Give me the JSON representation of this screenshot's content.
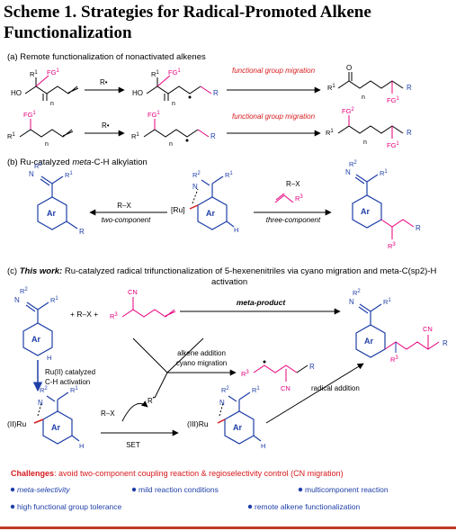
{
  "title": "Scheme 1. Strategies for Radical-Promoted Alkene Functionalization",
  "section_a": {
    "label": "(a) Remote functionalization of nonactivated alkenes",
    "row1_reagent": "R•",
    "row1_arrow": "functional group migration",
    "row2_reagent": "R•",
    "row2_arrow": "functional group migration"
  },
  "section_b": {
    "label_prefix": "(b) Ru-catalyzed ",
    "label_meta": "meta",
    "label_suffix": "-C-H alkylation",
    "left_reagent": "R–X",
    "left_mode": "two-component",
    "ru": "[Ru]",
    "right_reagent": "R–X",
    "right_mode": "three-component"
  },
  "section_c": {
    "label_prefix": "(c) ",
    "label_this_work": "This work:",
    "label_line1": " Ru-catalyzed radical trifunctionalization of 5-hexenenitriles via cyano migration and meta-C(sp2)-H",
    "label_line2": "activation",
    "plus_rx": "+ R–X +",
    "meta_product": "meta-product",
    "ru_activation_1": "Ru(II) catalyzed",
    "ru_activation_2": "C-H activation",
    "alkene_add_1": "alkene addition",
    "alkene_add_2": "cyano migration",
    "radical_addition": "radical addition",
    "rx": "R–X",
    "set": "SET",
    "ru2": "(II)Ru",
    "ru3": "(III)Ru"
  },
  "challenges": {
    "label": "Challenges",
    "text": ": avoid two-component coupling reaction & regioselectivity control (CN migration)"
  },
  "features": [
    "meta-selectivity",
    "mild reaction conditions",
    "multicomponent reaction",
    "high functional group tolerance",
    "remote alkene functionalization"
  ],
  "colors": {
    "magenta": "#e6007e",
    "blue": "#1f3fa8",
    "red": "#d7191c",
    "arrow_red": "#c0392b"
  }
}
